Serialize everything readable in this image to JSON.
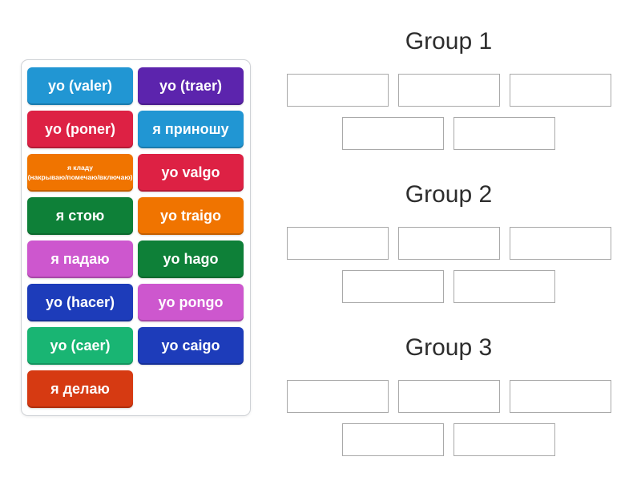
{
  "page": {
    "background": "#ffffff"
  },
  "word_bank": {
    "tiles": [
      {
        "label": "yo (valer)",
        "color": "#2196d3"
      },
      {
        "label": "yo (traer)",
        "color": "#5c24ad"
      },
      {
        "label": "yo (poner)",
        "color": "#dd2144"
      },
      {
        "label": "я приношу",
        "color": "#2196d3"
      },
      {
        "label": "я кладу (накрываю/помечаю/включаю)",
        "color": "#f07400",
        "small": true,
        "lines": [
          "я кладу",
          "(накрываю/помечаю/включаю)"
        ]
      },
      {
        "label": "yo valgo",
        "color": "#dd2144"
      },
      {
        "label": "я стою",
        "color": "#0e8038"
      },
      {
        "label": "yo traigo",
        "color": "#f07400"
      },
      {
        "label": "я падаю",
        "color": "#cd57ce"
      },
      {
        "label": "yo hago",
        "color": "#0e8038"
      },
      {
        "label": "yo (hacer)",
        "color": "#1d3cba"
      },
      {
        "label": "yo pongo",
        "color": "#cd57ce"
      },
      {
        "label": "yo (caer)",
        "color": "#19b573"
      },
      {
        "label": "yo caigo",
        "color": "#1d3cba"
      },
      {
        "label": "я делаю",
        "color": "#d63a12"
      }
    ]
  },
  "groups": [
    {
      "title": "Group 1",
      "slot_count": 5
    },
    {
      "title": "Group 2",
      "slot_count": 5
    },
    {
      "title": "Group 3",
      "slot_count": 5
    }
  ],
  "slot": {
    "border_color": "#a9a9a9"
  }
}
